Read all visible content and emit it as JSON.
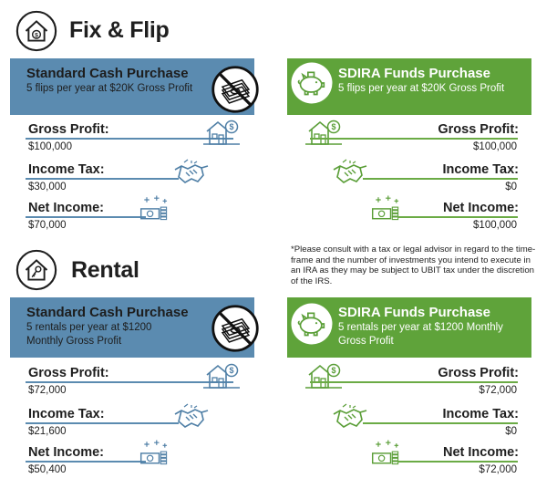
{
  "fix": {
    "title": "Fix & Flip",
    "standard": {
      "title": "Standard  Cash Purchase",
      "subtitle": "5 flips per year at $20K Gross Profit"
    },
    "sdira": {
      "title": "SDIRA Funds Purchase",
      "subtitle": "5 flips per year at $20K Gross Profit"
    },
    "labels": {
      "gross": "Gross Profit:",
      "tax": "Income Tax:",
      "net": "Net Income:"
    },
    "standard_values": {
      "gross": "$100,000",
      "tax": "$30,000",
      "net": "$70,000"
    },
    "sdira_values": {
      "gross": "$100,000",
      "tax": "$0",
      "net": "$100,000"
    }
  },
  "note": "*Please consult with a tax or legal advisor in regard to the time-frame and the number of investments you intend to execute in an IRA as they may be subject to UBIT tax under the discretion of the IRS.",
  "rental": {
    "title": "Rental",
    "standard": {
      "title": "Standard  Cash Purchase",
      "subtitle": "5 rentals per year at $1200 Monthly Gross Profit"
    },
    "sdira": {
      "title": "SDIRA Funds Purchase",
      "subtitle": "5 rentals per year at $1200 Monthly Gross Profit"
    },
    "labels": {
      "gross": "Gross Profit:",
      "tax": "Income Tax:",
      "net": "Net Income:"
    },
    "standard_values": {
      "gross": "$72,000",
      "tax": "$21,600",
      "net": "$50,400"
    },
    "sdira_values": {
      "gross": "$72,000",
      "tax": "$0",
      "net": "$72,000"
    }
  },
  "colors": {
    "blue": "#5b8bb0",
    "green": "#5fa33a",
    "blue_icon": "#4f7fa6",
    "green_icon": "#5a9e37"
  },
  "icons": {
    "fix_section": "house-dollar-icon",
    "rental_section": "house-key-icon",
    "no_cash": "no-cash-icon",
    "piggy": "piggy-bank-icon",
    "gross": "house-dollar-icon",
    "tax": "handshake-icon",
    "net": "money-stack-icon"
  }
}
